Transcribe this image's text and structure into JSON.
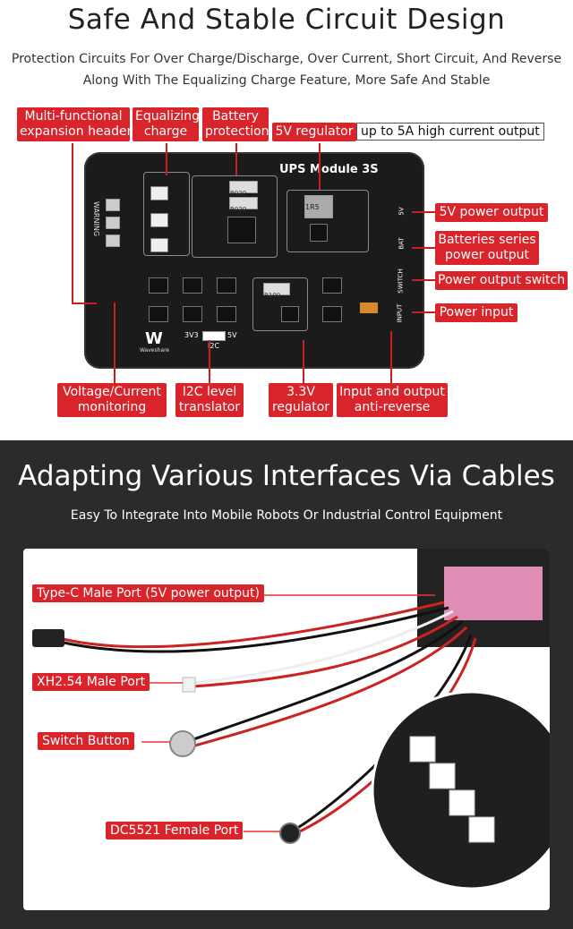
{
  "top": {
    "title": "Safe And Stable Circuit Design",
    "subtitle_line1": "Protection Circuits For Over Charge/Discharge, Over Current, Short Circuit, And Reverse",
    "subtitle_line2": "Along With The Equalizing Charge Feature, More Safe And Stable",
    "board": {
      "name": "UPS Module 3S",
      "brand": "Waveshare",
      "warning": "WARNING",
      "i2c_left": "3V3",
      "i2c_right": "5V",
      "i2c_label": "I2C",
      "port_5v": "5V",
      "port_bat": "BAT",
      "port_switch": "SWITCH",
      "port_input": "INPUT",
      "res_1": "R020",
      "res_2": "R020",
      "res_3": "R100",
      "inductor": "1R5"
    },
    "labels": {
      "multi": [
        "Multi-functional",
        "expansion header"
      ],
      "equalizing": [
        "Equalizing",
        "charge"
      ],
      "battery": [
        "Battery",
        "protection"
      ],
      "regulator5v": "5V regulator",
      "regulator5v_note": "up to 5A high current output",
      "power5v": "5V power output",
      "bat_series": [
        "Batteries series",
        "power output"
      ],
      "switch_out": "Power output switch",
      "power_in": "Power input",
      "voltage": [
        "Voltage/Current",
        "monitoring"
      ],
      "i2c": [
        "I2C level",
        "translator"
      ],
      "reg33": [
        "3.3V",
        "regulator"
      ],
      "anti": [
        "Input and output",
        "anti-reverse"
      ]
    }
  },
  "bottom": {
    "title": "Adapting Various Interfaces Via Cables",
    "subtitle": "Easy To Integrate Into Mobile Robots Or Industrial Control Equipment",
    "cables": {
      "typec": "Type-C Male Port (5V power output)",
      "xh": "XH2.54 Male Port",
      "switch": "Switch Button",
      "dc": "DC5521 Female Port"
    }
  }
}
